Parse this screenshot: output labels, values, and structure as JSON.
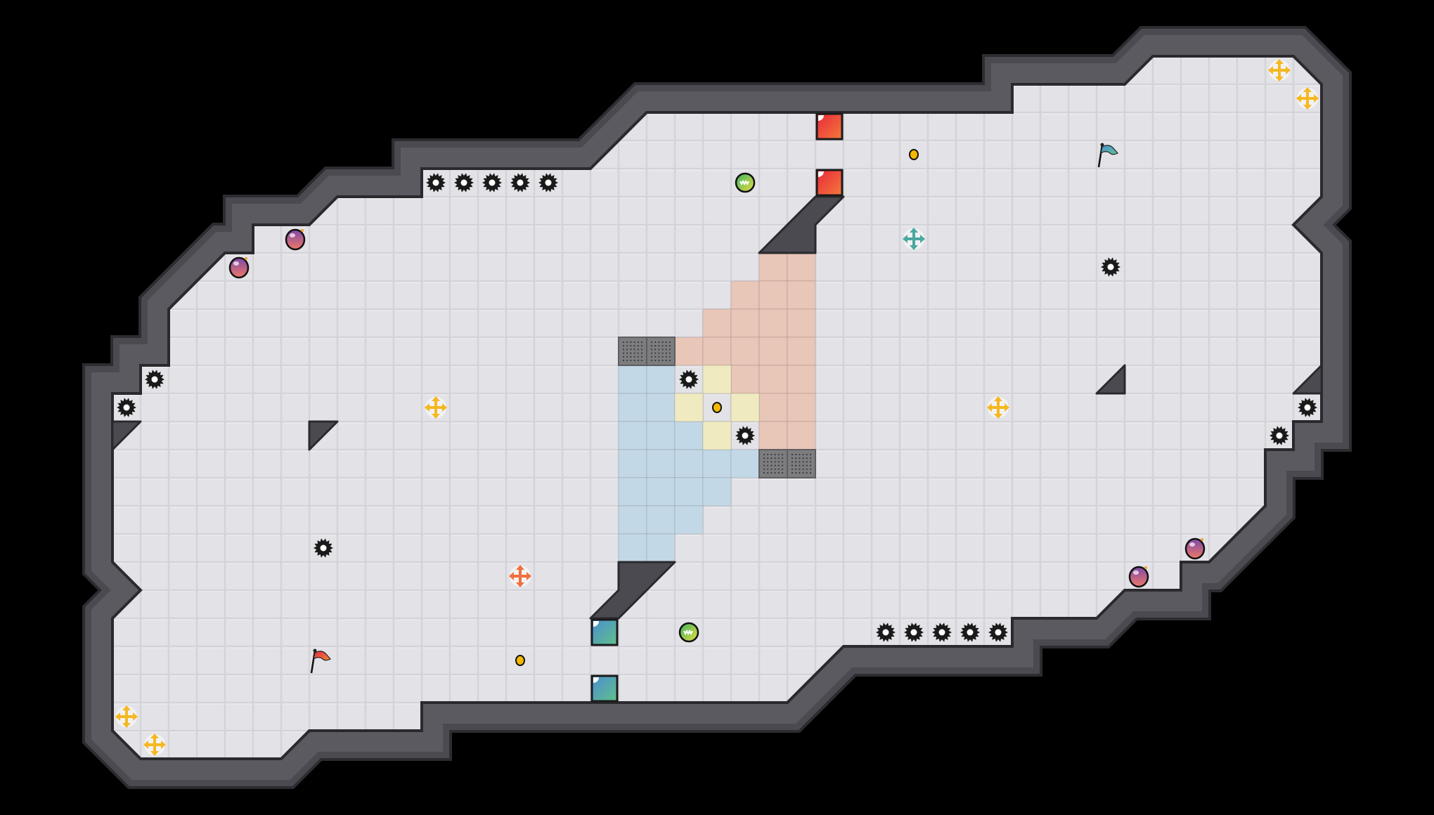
{
  "game": {
    "palette": {
      "background": "#000000",
      "floor": "#e3e3e7",
      "floor_line": "#d2d2d8",
      "wall": "#4a4a50",
      "wall_edge": "#2c2c31",
      "zone_peach": "#e8c6b8",
      "zone_blue": "#c3d8e6",
      "zone_yellow": "#efeac0",
      "grate": "#7d7d80"
    },
    "object_kinds": [
      {
        "kind": "gear",
        "icon": "spiked-gear-icon",
        "color": "#1a1a1a"
      },
      {
        "kind": "bomb",
        "icon": "bomb-icon",
        "color": "#a05592"
      },
      {
        "kind": "coin",
        "icon": "coin-icon",
        "color": "#f5b800"
      },
      {
        "kind": "flag_blue",
        "icon": "blue-flag-icon",
        "color": "#5aa0d8"
      },
      {
        "kind": "flag_red",
        "icon": "red-flag-icon",
        "color": "#e84040"
      },
      {
        "kind": "orb",
        "icon": "green-orb-icon",
        "color": "#6cc04a"
      },
      {
        "kind": "block_red",
        "icon": "red-block-icon",
        "color": "#e83a36"
      },
      {
        "kind": "block_teal",
        "icon": "teal-block-icon",
        "color": "#4fa0b8"
      },
      {
        "kind": "cross_yellow",
        "icon": "yellow-arrows-cross-icon",
        "color": "#f5b820"
      },
      {
        "kind": "cross_teal",
        "icon": "teal-arrows-cross-icon",
        "color": "#4aa8a0"
      },
      {
        "kind": "cross_orange",
        "icon": "orange-arrows-cross-icon",
        "color": "#f07040"
      }
    ]
  }
}
